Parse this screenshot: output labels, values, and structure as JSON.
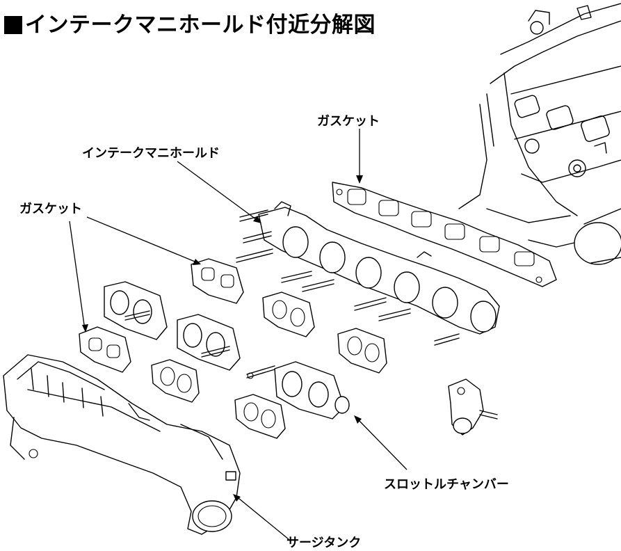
{
  "title": "インテークマニホールド付近分解図",
  "labels": {
    "gasket_top": "ガスケット",
    "intake_manifold": "インテークマニホールド",
    "gasket_left": "ガスケット",
    "throttle_chamber": "スロットルチャンバー",
    "surge_tank": "サージタンク"
  }
}
